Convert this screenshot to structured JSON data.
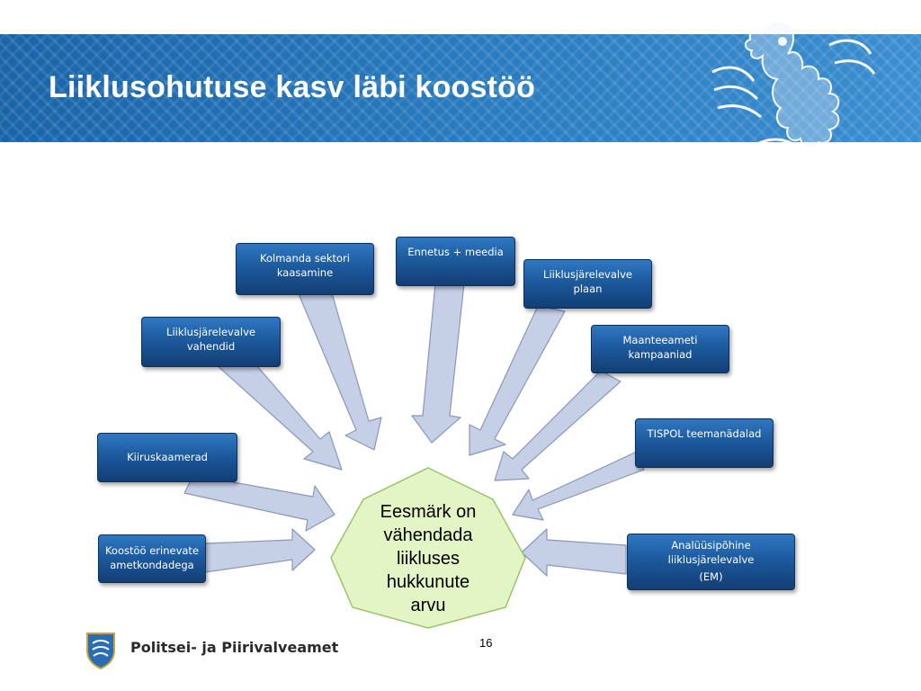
{
  "slide": {
    "title": "Liiklusohutuse kasv läbi koostöö",
    "page_number": "16"
  },
  "center_goal": {
    "lines": [
      "Eesmärk on",
      "vähendada",
      "liikluses",
      "hukkunute",
      "arvu"
    ]
  },
  "boxes": {
    "kolmanda_sektori": "Kolmanda sektori kaasamine",
    "ennetus_meedia": "Ennetus + meedia",
    "liiklusjarelevalve_plaan": "Liiklusjärelevalve plaan",
    "liiklusjarelevalve_vahendid": "Liiklusjärelevalve vahendid",
    "maanteeameti_kampaaniad": "Maanteeameti kampaaniad",
    "kiiruskaamerad": "Kiiruskaamerad",
    "tispol": "TISPOL teemanädalad",
    "koostoo": "Koostöö erinevate ametkondadega",
    "analuusipohine_line1": "Analüüsipõhine",
    "analuusipohine_line2": "liiklusjärelevalve",
    "analuusipohine_line3": "(EM)"
  },
  "footer": {
    "organization": "Politsei- ja Piirivalveamet"
  },
  "colors": {
    "banner_blue": "#1a64a8",
    "box_blue": "#1d5a9e",
    "arrow_fill": "#c5cfe6",
    "center_fill": "#e4f5c5"
  }
}
